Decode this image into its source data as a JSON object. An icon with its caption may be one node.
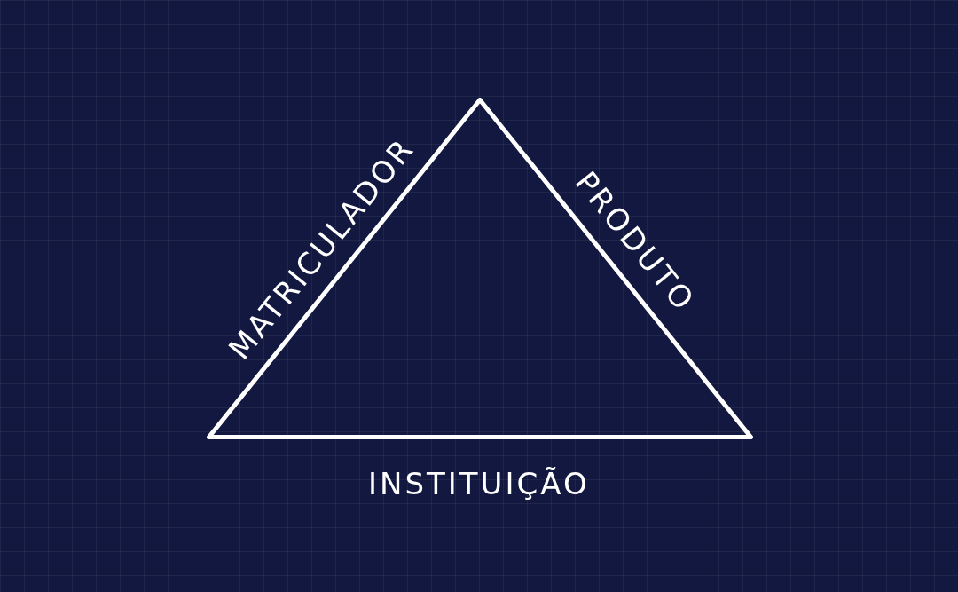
{
  "diagram": {
    "nodes": [
      {
        "text": [],
        "shape": "triangle"
      }
    ],
    "labels": [
      "MATRICULADOR",
      "PRODUTO",
      "INSTITUIÇÃO"
    ]
  }
}
